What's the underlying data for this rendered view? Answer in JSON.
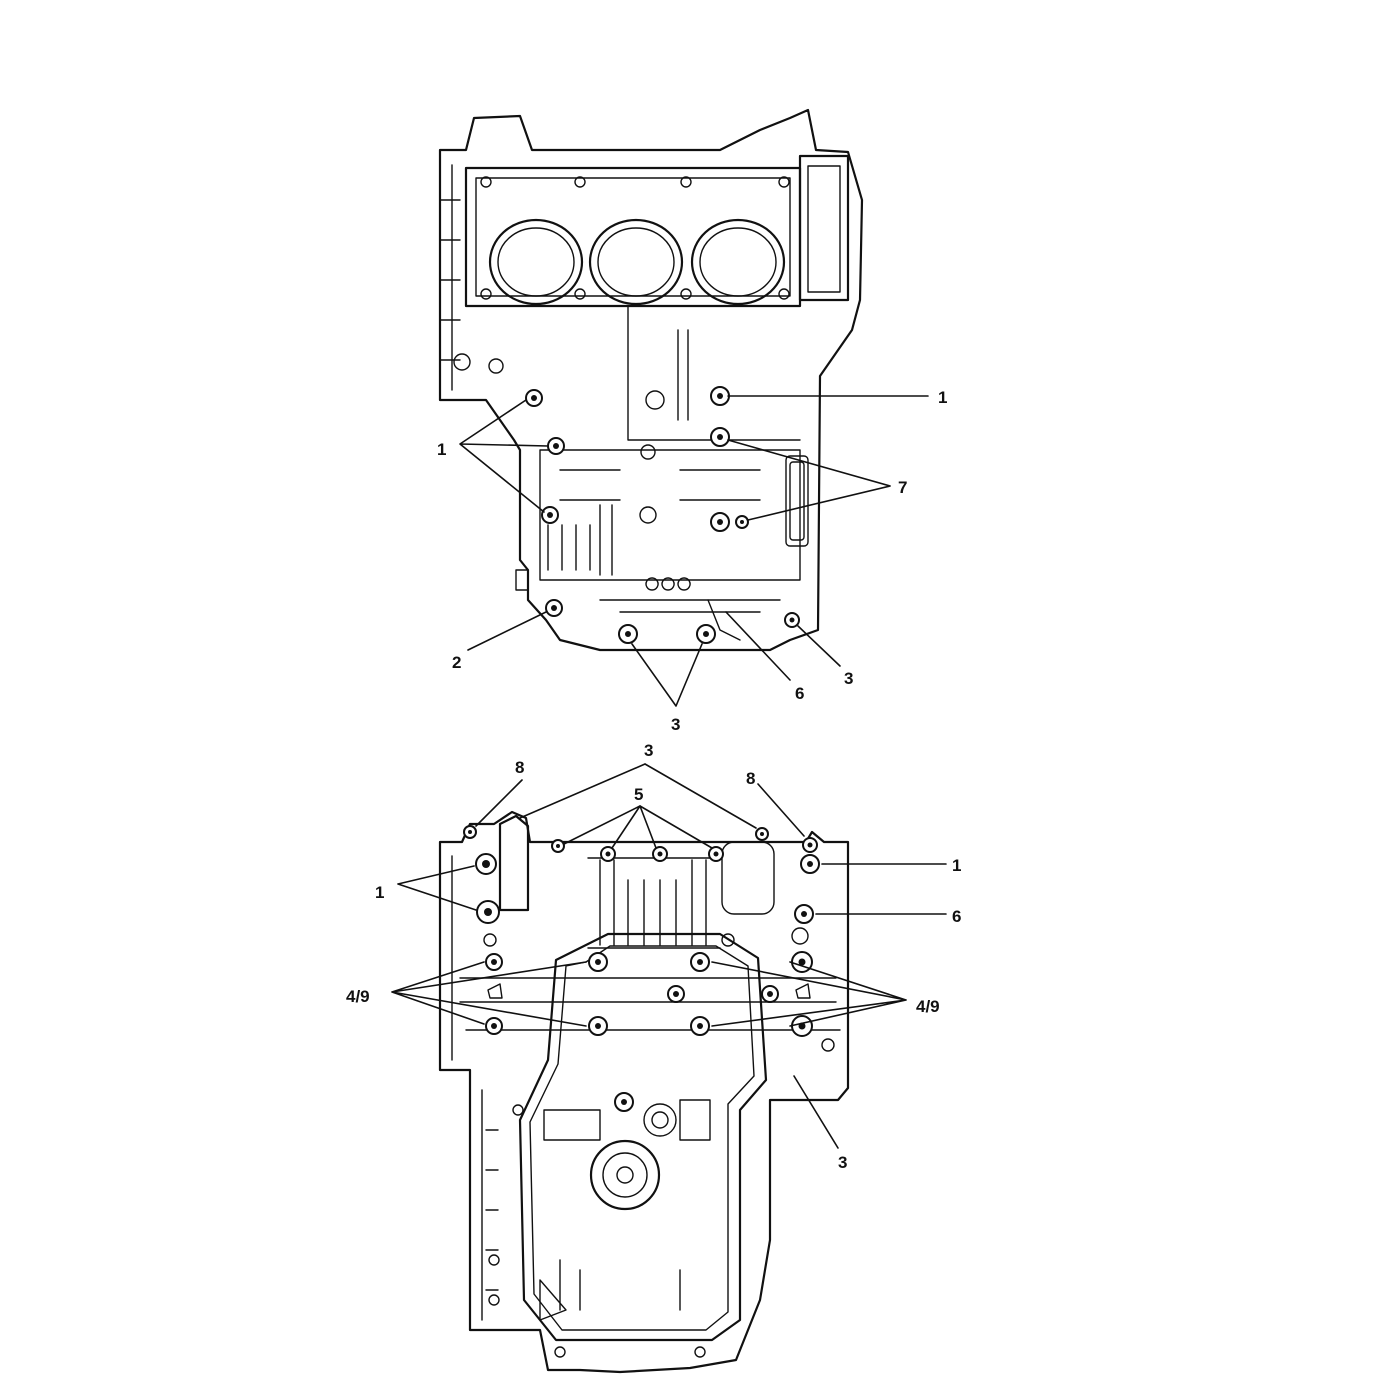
{
  "callouts": {
    "upper": [
      "1",
      "1",
      "7",
      "2",
      "3",
      "6",
      "3"
    ],
    "lower": [
      "3",
      "8",
      "8",
      "5",
      "1",
      "1",
      "6",
      "4/9",
      "4/9",
      "3"
    ]
  }
}
